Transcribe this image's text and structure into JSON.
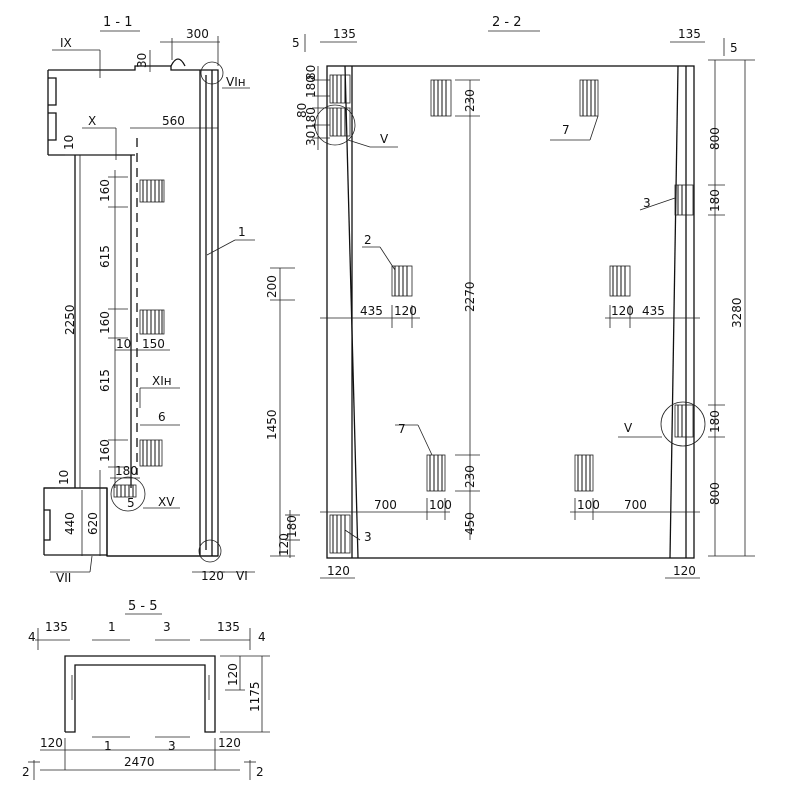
{
  "sections": {
    "s11": {
      "title": "1 - 1"
    },
    "s22": {
      "title": "2 - 2"
    },
    "s55": {
      "title": "5 - 5"
    }
  },
  "dims_11": {
    "d300": "300",
    "d30": "30",
    "d560": "560",
    "d10a": "10",
    "d160a": "160",
    "d615a": "615",
    "d2250": "2250",
    "d160b": "160",
    "d10b": "10",
    "d150": "150",
    "d615b": "615",
    "d160c": "160",
    "d180": "180",
    "d10c": "10",
    "d440": "440",
    "d620": "620",
    "d120": "120",
    "d1450": "1450",
    "d200": "200"
  },
  "labels_11": {
    "IX": "IX",
    "X": "X",
    "VIn": "VIн",
    "XIn": "XIн",
    "XV": "XV",
    "VII": "VII",
    "VI": "VI",
    "n1": "1",
    "n5": "5",
    "n6": "6"
  },
  "dims_22": {
    "d135a": "135",
    "d135b": "135",
    "d30a": "30",
    "d180a": "180",
    "d80a": "80",
    "d180b": "180",
    "d80b": "80",
    "d230a": "230",
    "d800a": "800",
    "d180c": "180",
    "d3280": "3280",
    "d2270": "2270",
    "d435a": "435",
    "d120a": "120",
    "d120b": "120",
    "d435b": "435",
    "d180d": "180",
    "d230b": "230",
    "d700a": "700",
    "d100a": "100",
    "d100b": "100",
    "d700b": "700",
    "d800b": "800",
    "d450": "450",
    "d120c": "120",
    "d180e": "180",
    "d120d": "120",
    "d120e": "120"
  },
  "labels_22": {
    "cut5a": "5",
    "cut5b": "5",
    "V1": "V",
    "V2": "V",
    "n7a": "7",
    "n7b": "7",
    "n3a": "3",
    "n3b": "3",
    "n2": "2"
  },
  "dims_55": {
    "d135a": "135",
    "d135b": "135",
    "d120a": "120",
    "d1175": "1175",
    "d120b": "120",
    "d120c": "120",
    "d2470": "2470"
  },
  "labels_55": {
    "c4a": "4",
    "c4b": "4",
    "c1a": "1",
    "c3a": "3",
    "c1b": "1",
    "c3b": "3",
    "c2a": "2",
    "c2b": "2"
  }
}
